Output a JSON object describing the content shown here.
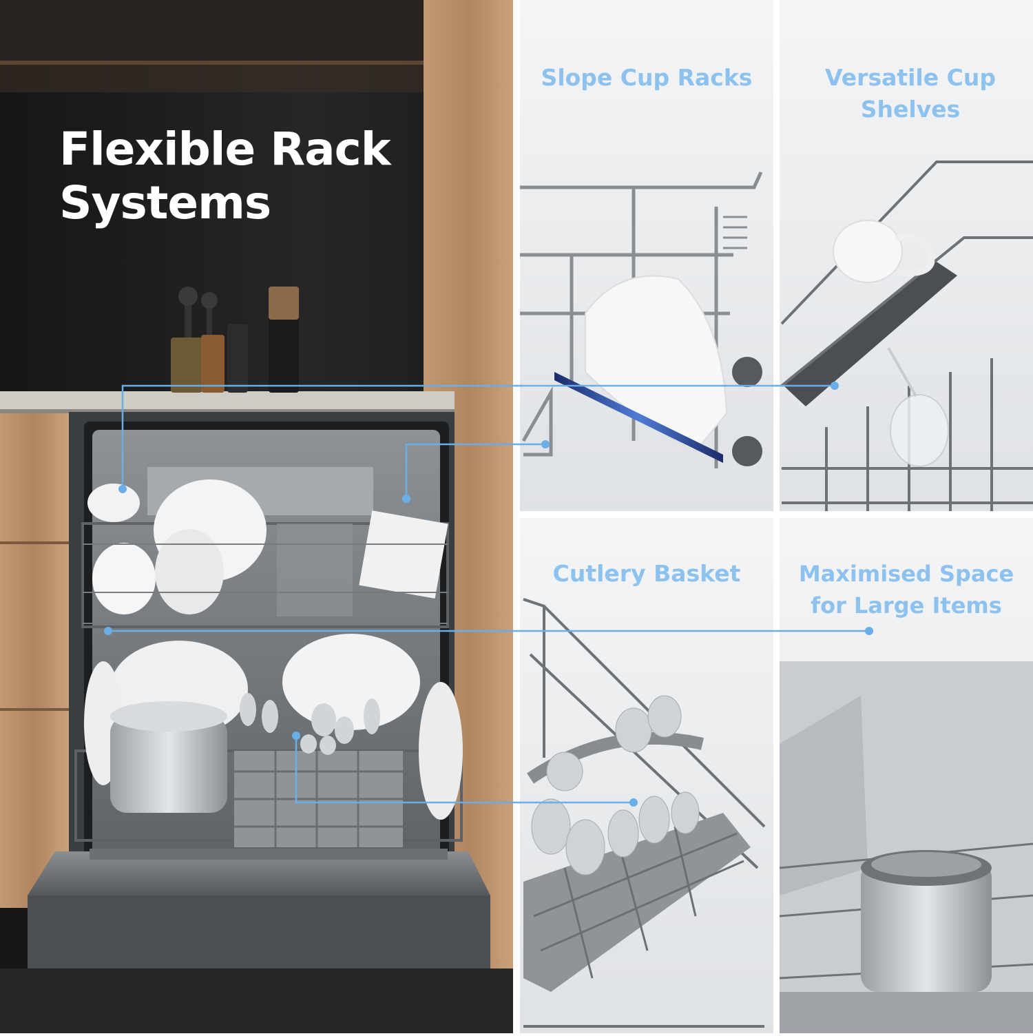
{
  "headline": {
    "line1": "Flexible Rack",
    "line2": "Systems"
  },
  "panels": [
    {
      "title": "Slope Cup Racks"
    },
    {
      "title_line1": "Versatile Cup",
      "title_line2": "Shelves"
    },
    {
      "title": "Cutlery Basket"
    },
    {
      "title_line1": "Maximised Space",
      "title_line2": "for Large Items"
    }
  ],
  "colors": {
    "accent": "#6aaee8",
    "title_blue": "#8ec2ee",
    "kitchen_dark": "#1f1f1f",
    "wood": "#b58c66",
    "panel_bg": "#eceef0"
  }
}
